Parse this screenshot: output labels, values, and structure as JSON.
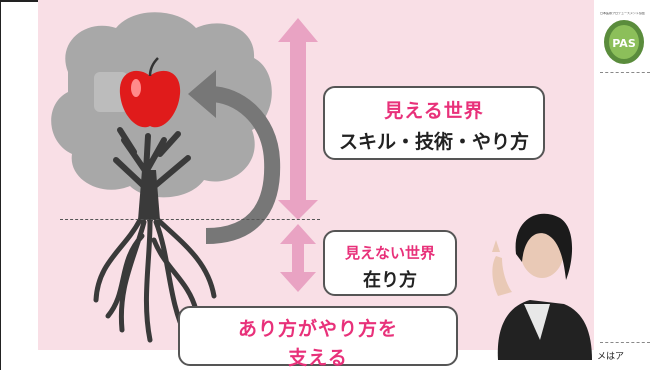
{
  "visible_world": {
    "title": "見える世界",
    "subtitle": "スキル・技術・やり方"
  },
  "invisible_world": {
    "title": "見えない世界",
    "subtitle": "在り方"
  },
  "message": {
    "line1": "あり方がやり方を",
    "line2": "支える"
  },
  "side_note": "メはア",
  "logo": {
    "caption": "日本医療プロデュースメント協会",
    "text": "PAS"
  },
  "colors": {
    "slide_bg": "#f9dfe6",
    "accent": "#e8317a",
    "arrow": "#e9a3c3",
    "tree_gray": "#a8a8a8"
  },
  "icons": [
    "tree-icon",
    "apple-icon",
    "roots-icon",
    "curved-arrow-icon",
    "vertical-arrow-icon",
    "person-pointing-image",
    "logo-emblem"
  ]
}
